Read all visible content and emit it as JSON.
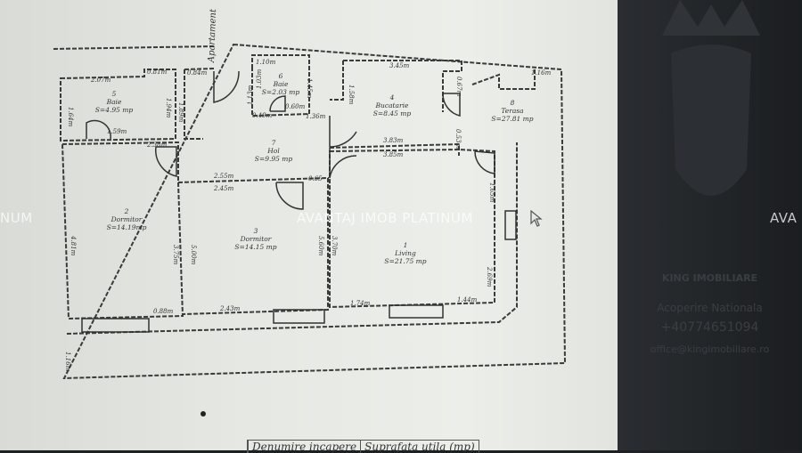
{
  "plan": {
    "entrance_label": "Apartament",
    "rooms": [
      {
        "number": "1",
        "name": "Living",
        "area": "S=21.75 mp"
      },
      {
        "number": "2",
        "name": "Dormitor",
        "area": "S=14.19mp"
      },
      {
        "number": "3",
        "name": "Dormitor",
        "area": "S=14.15 mp"
      },
      {
        "number": "4",
        "name": "Bucatarie",
        "area": "S=8.45 mp"
      },
      {
        "number": "5",
        "name": "Baie",
        "area": "S=4.95 mp"
      },
      {
        "number": "6",
        "name": "Baie",
        "area": "S=2.03 mp"
      },
      {
        "number": "7",
        "name": "Hol",
        "area": "S=9.95 mp"
      },
      {
        "number": "8",
        "name": "Terasa",
        "area": "S=27.81 mp"
      }
    ],
    "dimensions": [
      "2.07m",
      "0.81m",
      "0.84m",
      "1.10m",
      "3.45m",
      "1.16m",
      "1.64m",
      "1.94m",
      "1.59m",
      "1.89m",
      "1.13m",
      "1.03m",
      "1.45m",
      "0.49m",
      "0.60m",
      "1.36m",
      "1.58m",
      "0.67m",
      "3.83m",
      "3.85m",
      "0.53m",
      "2.38m",
      "2.55m",
      "2.45m",
      "0.65",
      "4.81m",
      "3.75m",
      "5.00m",
      "5.60m",
      "3.70m",
      "1.65m",
      "2.69m",
      "0.88m",
      "2.43m",
      "1.74m",
      "1.44m",
      "1.16m"
    ],
    "table_headers": [
      "Denumire incapere",
      "Suprafata utila (mp)"
    ]
  },
  "watermark": {
    "left": "NUM",
    "center": "AVANTAJ IMOB PLATINUM",
    "right": "AVA"
  },
  "agency": {
    "name": "KING IMOBILIARE",
    "coverage": "Acoperire Nationala",
    "phone": "+40774651094",
    "email": "office@kingimobiliare.ro"
  }
}
